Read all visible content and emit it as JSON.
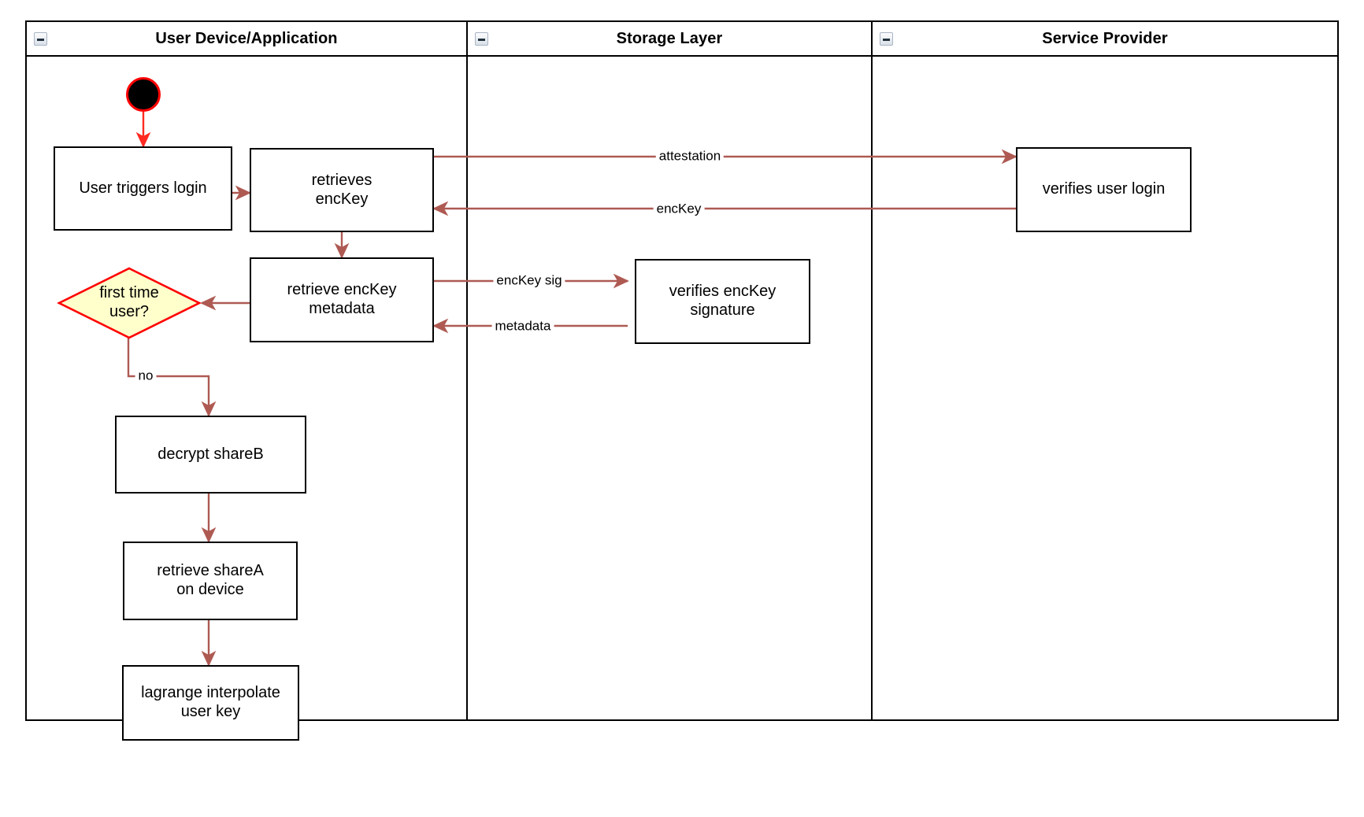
{
  "diagram": {
    "title": "User login key-recovery swimlane activity diagram",
    "colors": {
      "edge": "#ae5a53",
      "start_border": "#ff0000",
      "start_fill": "#000000",
      "decision_border": "#ff0000",
      "decision_fill": "#ffffcc",
      "node_border": "#000000",
      "node_fill": "#ffffff",
      "lane_border": "#000000",
      "text": "#000000"
    },
    "lanes": [
      {
        "id": "user-device",
        "label": "User Device/Application",
        "collapse_icon": "collapse-minus-icon"
      },
      {
        "id": "storage-layer",
        "label": "Storage Layer",
        "collapse_icon": "collapse-minus-icon"
      },
      {
        "id": "service-provider",
        "label": "Service Provider",
        "collapse_icon": "collapse-minus-icon"
      }
    ],
    "nodes": [
      {
        "id": "start",
        "type": "start",
        "label": "",
        "lane": "user-device"
      },
      {
        "id": "user-triggers-login",
        "type": "activity",
        "label": "User triggers login",
        "lane": "user-device"
      },
      {
        "id": "retrieves-enckey",
        "type": "activity",
        "label": "retrieves\nencKey",
        "lane": "user-device"
      },
      {
        "id": "retrieve-enckey-metadata",
        "type": "activity",
        "label": "retrieve encKey\nmetadata",
        "lane": "user-device"
      },
      {
        "id": "first-time-user",
        "type": "decision",
        "label": "first time\nuser?",
        "lane": "user-device"
      },
      {
        "id": "decrypt-shareb",
        "type": "activity",
        "label": "decrypt shareB",
        "lane": "user-device"
      },
      {
        "id": "retrieve-sharea-on-device",
        "type": "activity",
        "label": "retrieve shareA\non device",
        "lane": "user-device"
      },
      {
        "id": "lagrange-interpolate-user-key",
        "type": "activity",
        "label": "lagrange interpolate\nuser key",
        "lane": "user-device"
      },
      {
        "id": "verifies-enckey-signature",
        "type": "activity",
        "label": "verifies encKey\nsignature",
        "lane": "storage-layer"
      },
      {
        "id": "verifies-user-login",
        "type": "activity",
        "label": "verifies user login",
        "lane": "service-provider"
      }
    ],
    "edges": [
      {
        "id": "e-start-login",
        "from": "start",
        "to": "user-triggers-login",
        "label": ""
      },
      {
        "id": "e-login-retrieves",
        "from": "user-triggers-login",
        "to": "retrieves-enckey",
        "label": ""
      },
      {
        "id": "e-attestation",
        "from": "retrieves-enckey",
        "to": "verifies-user-login",
        "label": "attestation"
      },
      {
        "id": "e-enckey-back",
        "from": "verifies-user-login",
        "to": "retrieves-enckey",
        "label": "encKey"
      },
      {
        "id": "e-retrieves-metadata",
        "from": "retrieves-enckey",
        "to": "retrieve-enckey-metadata",
        "label": ""
      },
      {
        "id": "e-enckey-sig",
        "from": "retrieve-enckey-metadata",
        "to": "verifies-enckey-signature",
        "label": "encKey sig"
      },
      {
        "id": "e-metadata",
        "from": "verifies-enckey-signature",
        "to": "retrieve-enckey-metadata",
        "label": "metadata"
      },
      {
        "id": "e-metadata-decision",
        "from": "retrieve-enckey-metadata",
        "to": "first-time-user",
        "label": ""
      },
      {
        "id": "e-no",
        "from": "first-time-user",
        "to": "decrypt-shareb",
        "label": "no"
      },
      {
        "id": "e-decrypt-retrieve",
        "from": "decrypt-shareb",
        "to": "retrieve-sharea-on-device",
        "label": ""
      },
      {
        "id": "e-retrieve-lagrange",
        "from": "retrieve-sharea-on-device",
        "to": "lagrange-interpolate-user-key",
        "label": ""
      }
    ]
  }
}
